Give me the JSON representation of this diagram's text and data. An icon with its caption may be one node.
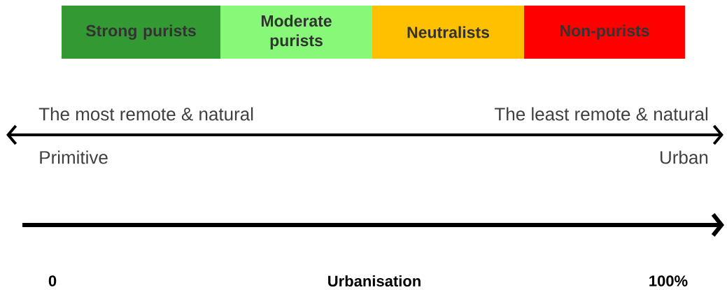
{
  "diagram": {
    "labels": [
      "The most remote & natural",
      "The least remote & natural",
      "Primitive",
      "Urban",
      "0",
      "Urbanisation",
      "100%"
    ],
    "legend": [
      {
        "text": "Strong purists",
        "color": "#339933"
      },
      {
        "text": "Moderate purists",
        "color": "#88f878"
      },
      {
        "text": "Neutralists",
        "color": "#ffc000"
      },
      {
        "text": "Non-purists",
        "color": "#ff0000"
      }
    ]
  }
}
